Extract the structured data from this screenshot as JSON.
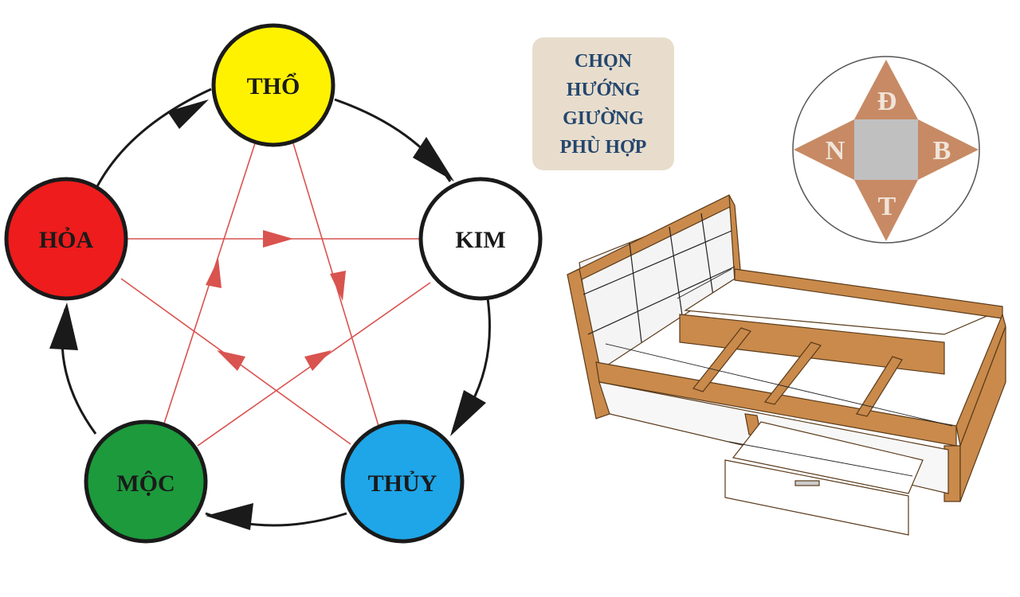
{
  "title_box": {
    "lines": [
      "CHỌN",
      "HƯỚNG",
      "GIƯỜNG",
      "PHÙ HỢP"
    ]
  },
  "elements": {
    "tho": "THỔ",
    "kim": "KIM",
    "thuy": "THỦY",
    "moc": "MỘC",
    "hoa": "HỎA"
  },
  "compass": {
    "north_top": "Đ",
    "right": "B",
    "bottom": "T",
    "left": "N"
  },
  "colors": {
    "tho": "#fef200",
    "kim": "#ffffff",
    "thuy": "#1ea6e8",
    "moc": "#1d9a3c",
    "hoa": "#ee1c1c",
    "cycle_arrow": "#1a1a1a",
    "star_line": "#d9534f",
    "compass_point": "#c78a65",
    "compass_center": "#c0c0c0",
    "title_bg": "#e8ddcc",
    "title_text": "#23466e",
    "wood": "#c98a4b"
  }
}
